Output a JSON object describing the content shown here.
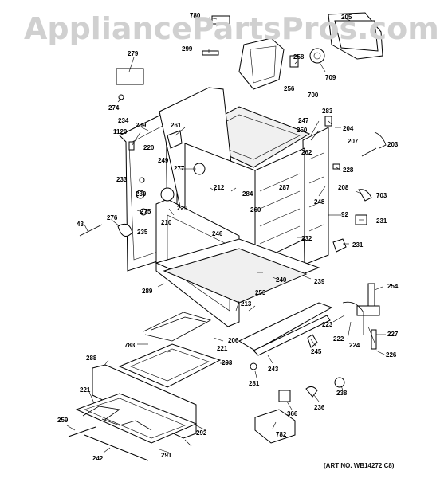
{
  "watermark": "AppliancePartsPros.com",
  "art_number": "(ART NO. WB14272 C8)",
  "callouts": [
    "780",
    "205",
    "299",
    "279",
    "258",
    "709",
    "274",
    "256",
    "700",
    "283",
    "247",
    "234",
    "209",
    "261",
    "250",
    "204",
    "1120",
    "220",
    "207",
    "203",
    "262",
    "249",
    "277",
    "228",
    "233",
    "212",
    "287",
    "230",
    "284",
    "703",
    "208",
    "260",
    "275",
    "229",
    "248",
    "92",
    "276",
    "231",
    "43",
    "210",
    "246",
    "232",
    "235",
    "231",
    "254",
    "239",
    "289",
    "240",
    "253",
    "223",
    "227",
    "222",
    "213",
    "224",
    "206",
    "783",
    "221",
    "226",
    "245",
    "243",
    "288",
    "293",
    "281",
    "238",
    "236",
    "366",
    "221",
    "259",
    "292",
    "782",
    "242",
    "291"
  ]
}
